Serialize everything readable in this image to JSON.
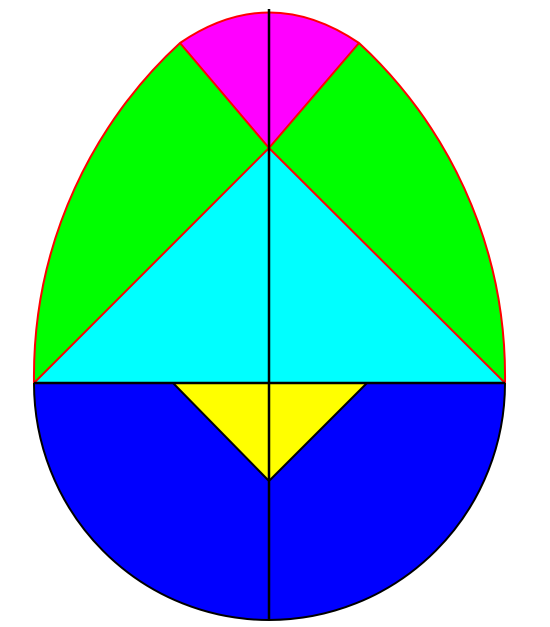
{
  "diagram": {
    "kind": "egg tangram puzzle",
    "pieces": [
      {
        "name": "top-cap",
        "color": "#ff00ff",
        "shape": "circular-sector"
      },
      {
        "name": "left-upper-piece",
        "color": "#00ff00",
        "shape": "egg-segment"
      },
      {
        "name": "right-upper-piece",
        "color": "#00ff00",
        "shape": "egg-segment"
      },
      {
        "name": "central-triangle",
        "color": "#00ffff",
        "shape": "triangle"
      },
      {
        "name": "small-triangle",
        "color": "#ffff00",
        "shape": "triangle"
      },
      {
        "name": "left-lower-piece",
        "color": "#0000ff",
        "shape": "quarter-circle"
      },
      {
        "name": "right-lower-piece",
        "color": "#0000ff",
        "shape": "quarter-circle"
      }
    ],
    "upper_outline_color": "#ff0000",
    "lower_outline_color": "#000000",
    "line_color": "#000000",
    "background": "#ffffff"
  }
}
